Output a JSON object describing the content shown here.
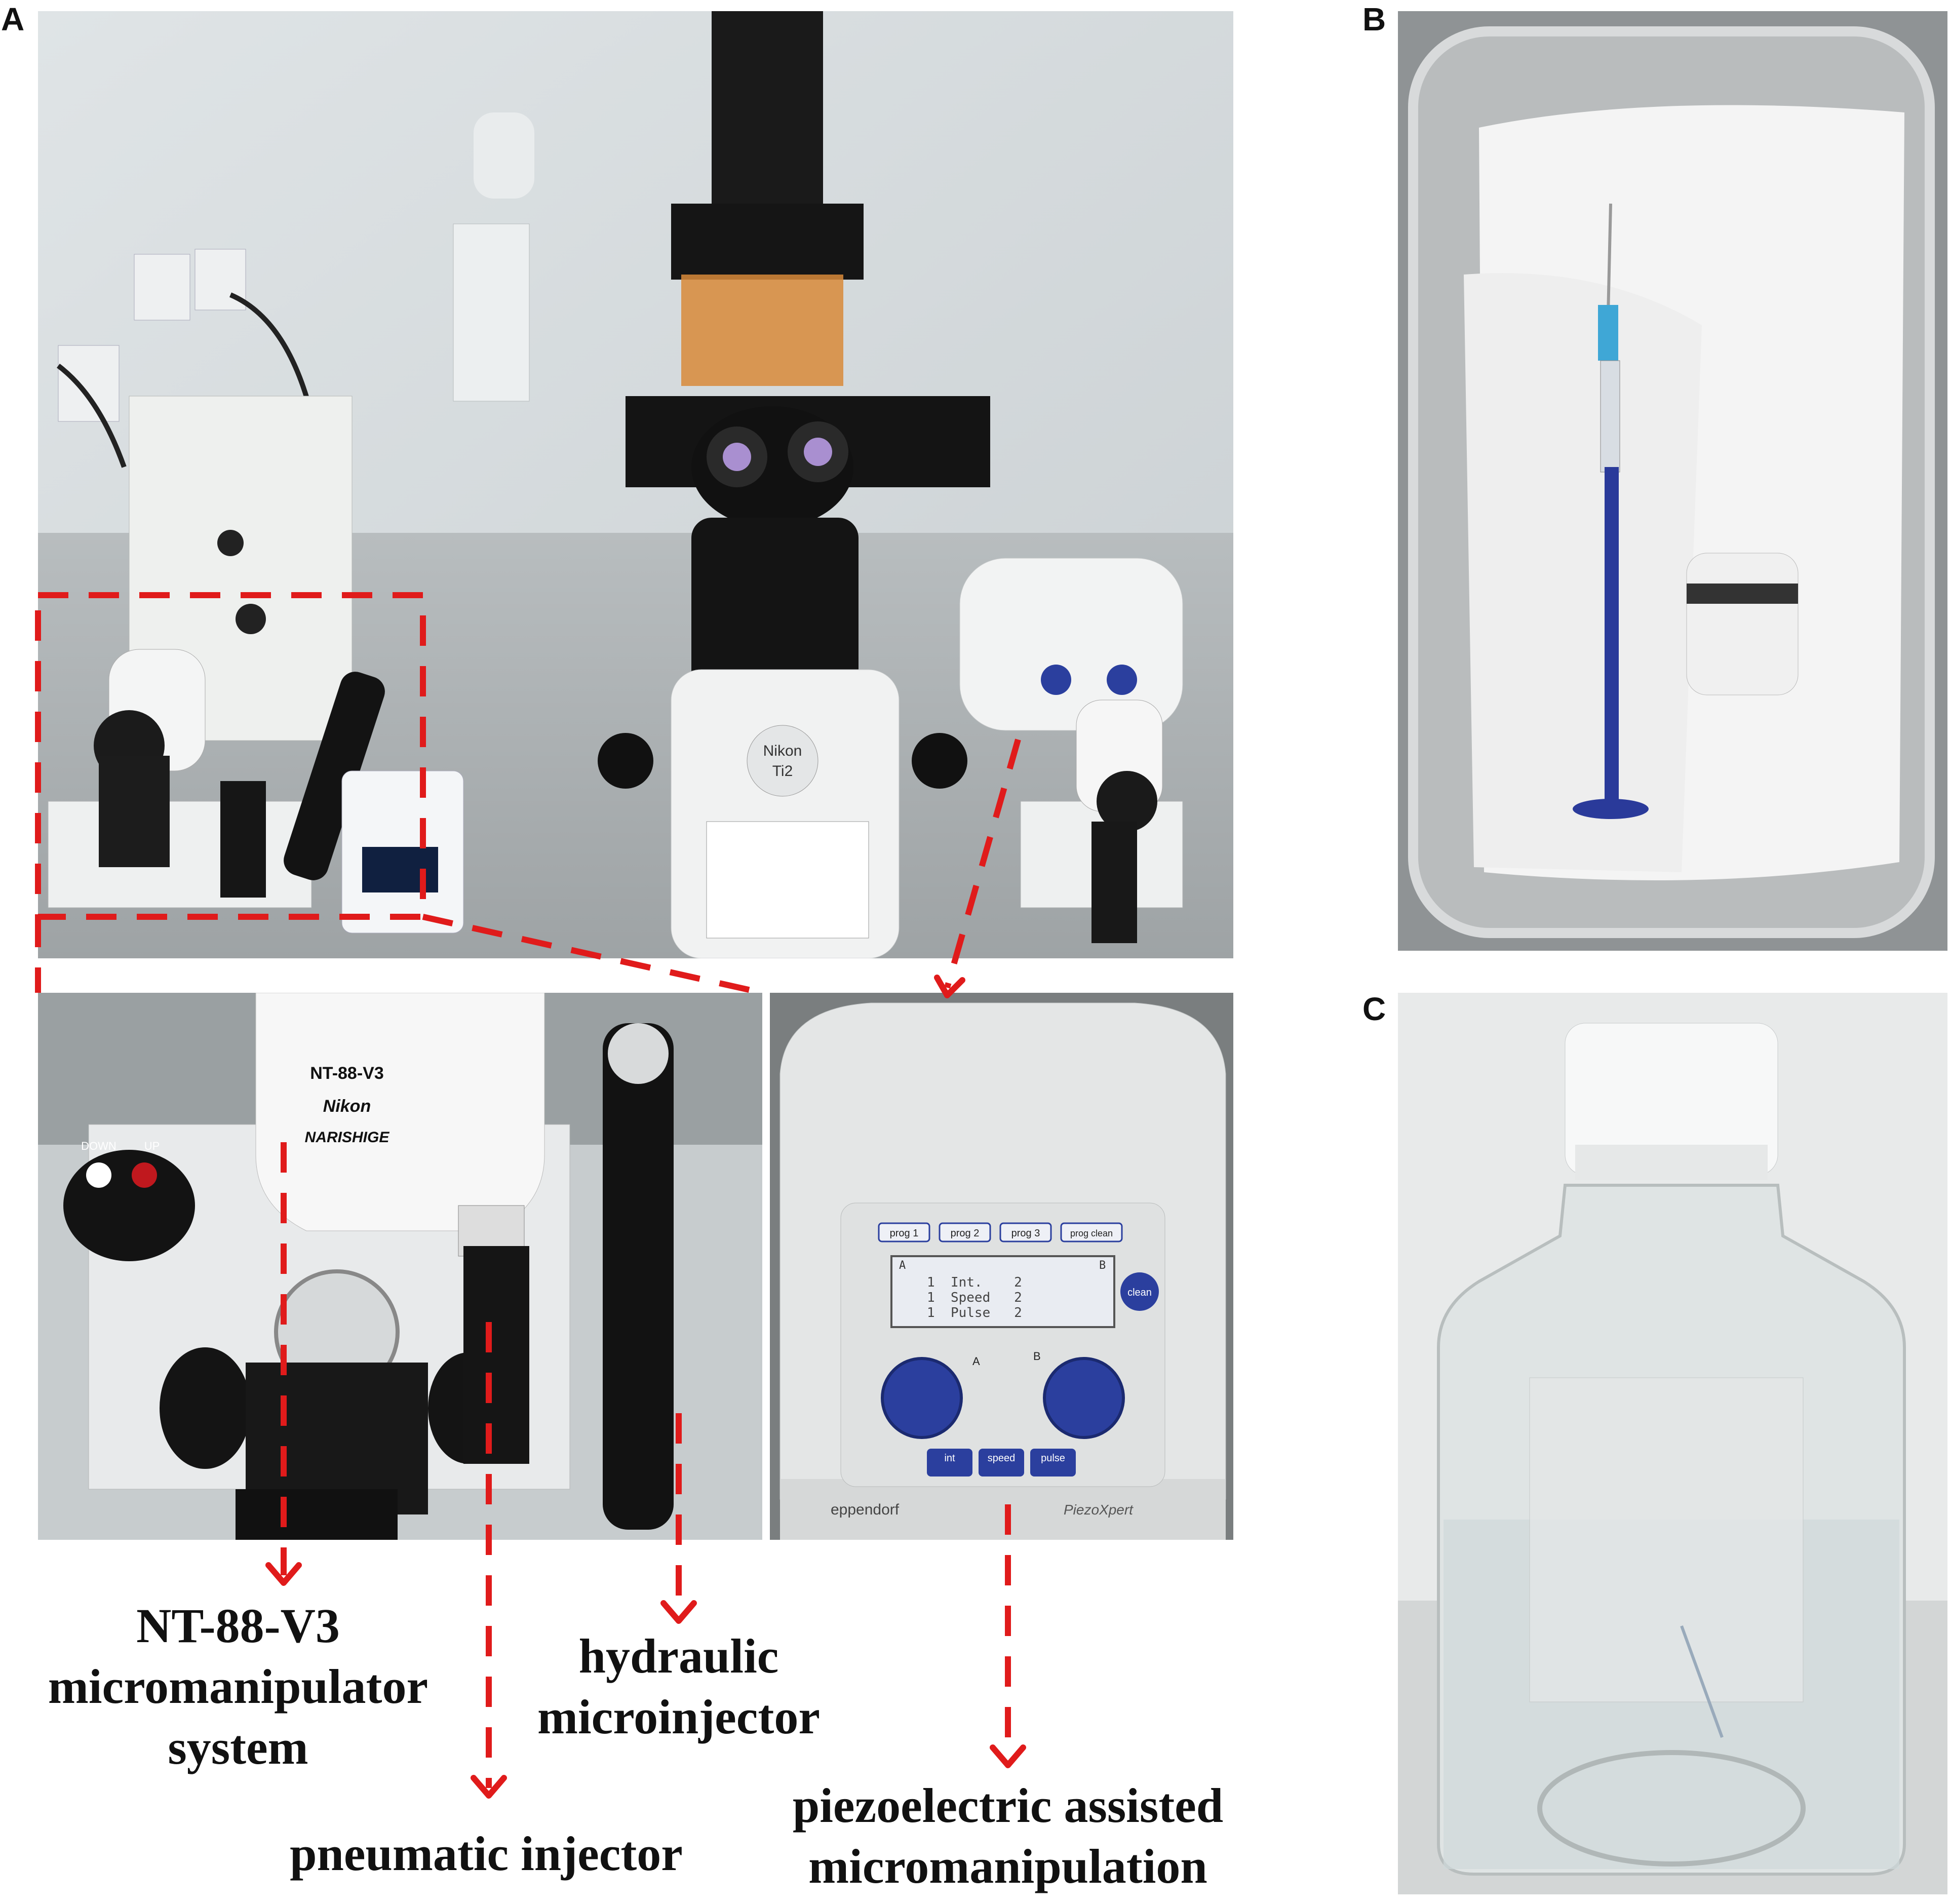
{
  "figure": {
    "panels": {
      "a": "A",
      "b": "B",
      "c": "C"
    },
    "labels": {
      "micromanipulator": "NT-88-V3\nmicromanipulator\nsystem",
      "hydraulic": "hydraulic\nmicroinjector",
      "pneumatic": "pneumatic injector",
      "piezo": "piezoelectric assisted\nmicromanipulation"
    },
    "device_text": {
      "model": "NT-88-V3",
      "brand_nikon": "Nikon",
      "brand_narishige": "NARISHIGE",
      "down": "DOWN",
      "up": "UP",
      "prog1": "prog 1",
      "prog2": "prog 2",
      "prog3": "prog 3",
      "prog_clean": "prog clean",
      "lcd_a": "A",
      "lcd_b": "B",
      "lcd_line1": "1  Int.    2",
      "lcd_line2": "1  Speed   2",
      "lcd_line3": "1  Pulse   2",
      "clean": "clean",
      "knob_a": "A",
      "knob_b": "B",
      "int": "int",
      "speed": "speed",
      "pulse": "pulse",
      "eppendorf": "eppendorf",
      "piezoxpert": "PiezoXpert",
      "scope_brand": "Nikon",
      "scope_model": "Ti2"
    },
    "colors": {
      "annotation": "#e01b1b",
      "tray": "#b9bcbd",
      "syringe": "#2a3a9a",
      "knob": "#2b3f9e"
    }
  }
}
